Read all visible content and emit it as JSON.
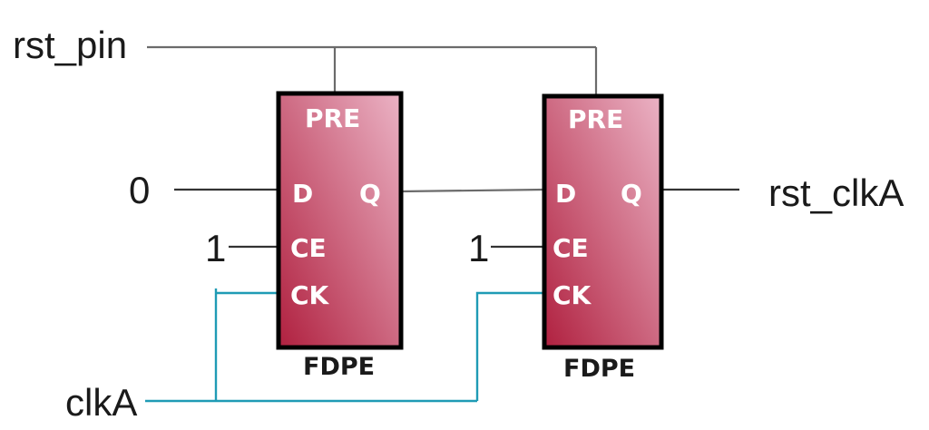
{
  "signals": {
    "reset_in": "rst_pin",
    "d_const": "0",
    "ce_const_1": "1",
    "ce_const_2": "1",
    "clock_in": "clkA",
    "reset_out": "rst_clkA"
  },
  "flipflops": [
    {
      "cell_type": "FDPE",
      "pins": {
        "pre": "PRE",
        "d": "D",
        "q": "Q",
        "ce": "CE",
        "ck": "CK"
      }
    },
    {
      "cell_type": "FDPE",
      "pins": {
        "pre": "PRE",
        "d": "D",
        "q": "Q",
        "ce": "CE",
        "ck": "CK"
      }
    }
  ],
  "colors": {
    "ff_fill_dark": "#b0203f",
    "ff_fill_light": "#ebb3c5",
    "clock_wire": "#1f9bb5",
    "wire": "#333333",
    "reset_wire": "#6b6b6b"
  }
}
